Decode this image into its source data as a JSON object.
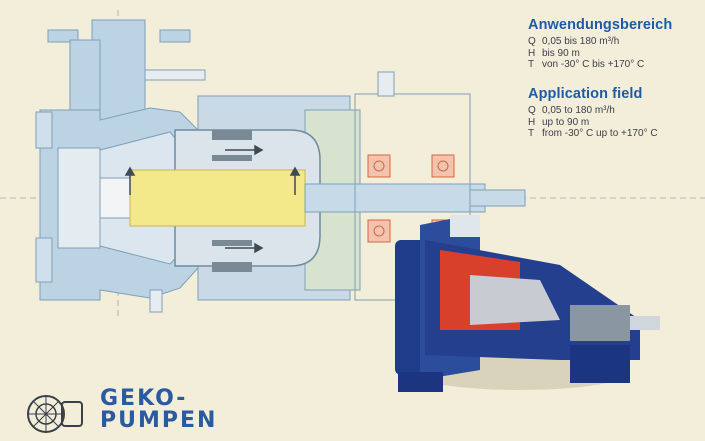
{
  "german": {
    "title": "Anwendungsbereich",
    "rows": [
      {
        "sym": "Q",
        "text": "0,05 bis 180 m³/h"
      },
      {
        "sym": "H",
        "text": "bis 90 m"
      },
      {
        "sym": "T",
        "text": "von -30° C bis +170° C"
      }
    ]
  },
  "english": {
    "title": "Application field",
    "rows": [
      {
        "sym": "Q",
        "text": "0,05 to 180 m³/h"
      },
      {
        "sym": "H",
        "text": "up to 90 m"
      },
      {
        "sym": "T",
        "text": "from -30° C up to +170° C"
      }
    ]
  },
  "logo": {
    "line1": "GEKO-",
    "line2": "PUMPEN"
  },
  "colors": {
    "background": "#f3eed9",
    "housing": "#bcd3e4",
    "housing_edge": "#7f9fb8",
    "shaft": "#f3e98a",
    "magnet": "#7a8a95",
    "bearing": "#e8825e",
    "accent": "#1f5aa6",
    "pump_red": "#d8402c",
    "pump_blue": "#1f3c8a"
  }
}
